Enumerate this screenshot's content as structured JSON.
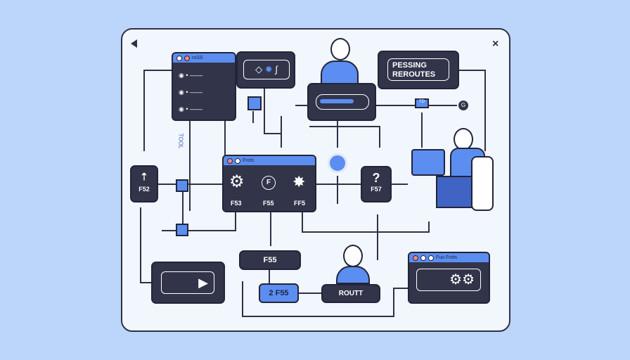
{
  "window": {
    "back_icon": "triangle-left",
    "close_label": "×"
  },
  "top_left_window": {
    "title": "roSS"
  },
  "reroutes_box": {
    "line1": "PESSING",
    "line2": "REROUTES"
  },
  "small_tag": "TD",
  "g_badge": "G",
  "vertical_label": "TOOL",
  "center_window": {
    "title": "Frots",
    "items": [
      "F53",
      "F55",
      "FF5"
    ],
    "f_icon": "F"
  },
  "left_box": {
    "label": "F52"
  },
  "question_box": {
    "symbol": "?",
    "label": "F57"
  },
  "f55_box": {
    "label": "F55"
  },
  "blue_button": {
    "label": "2 F55"
  },
  "rout_box": {
    "label": "ROUTT"
  },
  "bottom_right_window": {
    "title": "Fuo Frots"
  },
  "colors": {
    "accent": "#5b8ef0",
    "dark": "#32344a",
    "background": "#bcd5fa"
  }
}
